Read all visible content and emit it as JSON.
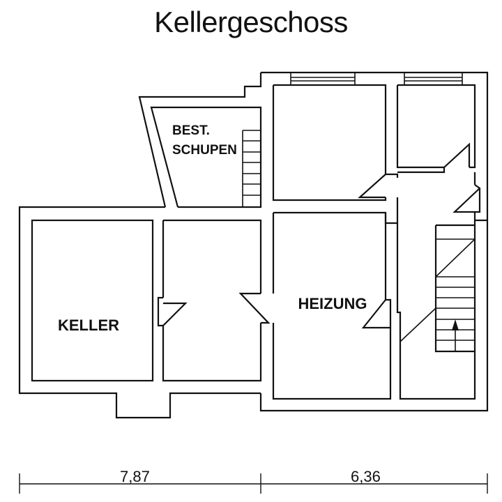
{
  "title": "Kellergeschoss",
  "rooms": [
    {
      "id": "bestschupen",
      "label_line1": "BEST.",
      "label_line2": "SCHUPEN"
    },
    {
      "id": "keller",
      "label": "KELLER"
    },
    {
      "id": "heizung",
      "label": "HEIZUNG"
    },
    {
      "id": "room-top-middle",
      "label": ""
    },
    {
      "id": "room-top-right",
      "label": ""
    },
    {
      "id": "room-middle-left",
      "label": ""
    },
    {
      "id": "hallway-stairs",
      "label": ""
    }
  ],
  "dimensions": {
    "left": "7,87",
    "right": "6,36"
  },
  "icons": {
    "stair_arrow": "arrow-up-icon"
  },
  "colors": {
    "line": "#111111",
    "background": "#ffffff"
  }
}
